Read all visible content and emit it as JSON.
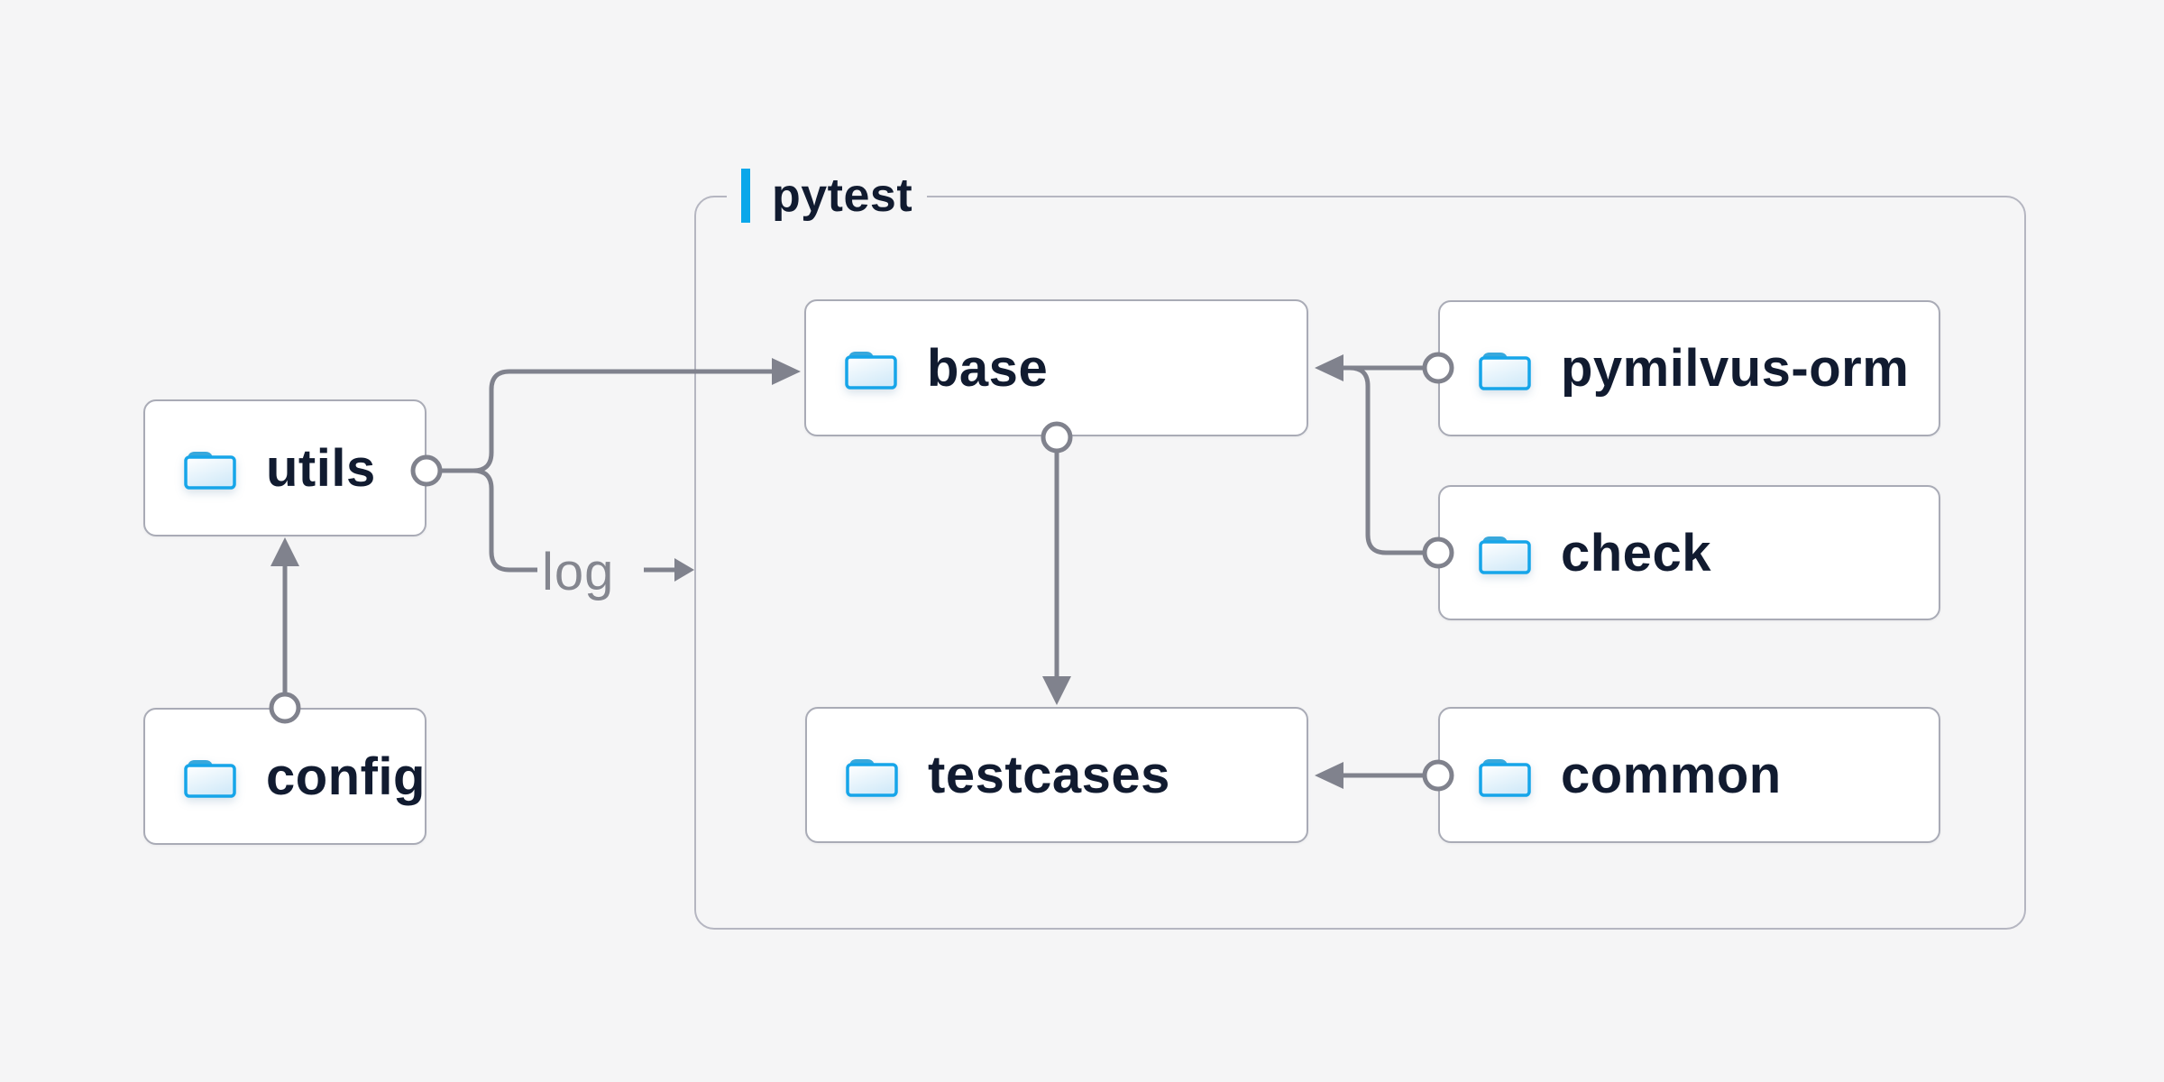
{
  "diagram": {
    "type": "folder-dependency-diagram",
    "container": {
      "label": "pytest"
    },
    "nodes": [
      {
        "id": "utils",
        "label": "utils",
        "inside_container": false
      },
      {
        "id": "config",
        "label": "config",
        "inside_container": false
      },
      {
        "id": "base",
        "label": "base",
        "inside_container": true
      },
      {
        "id": "testcases",
        "label": "testcases",
        "inside_container": true
      },
      {
        "id": "pymilvus-orm",
        "label": "pymilvus-orm",
        "inside_container": true
      },
      {
        "id": "check",
        "label": "check",
        "inside_container": true
      },
      {
        "id": "common",
        "label": "common",
        "inside_container": true
      }
    ],
    "edges": [
      {
        "from": "config",
        "to": "utils",
        "label": ""
      },
      {
        "from": "utils",
        "to": "base",
        "label": ""
      },
      {
        "from": "utils",
        "to": "pytest",
        "label": "log"
      },
      {
        "from": "pymilvus-orm",
        "to": "base",
        "label": ""
      },
      {
        "from": "check",
        "to": "base",
        "label": ""
      },
      {
        "from": "base",
        "to": "testcases",
        "label": ""
      },
      {
        "from": "common",
        "to": "testcases",
        "label": ""
      }
    ],
    "colors": {
      "background": "#f5f5f6",
      "node_fill": "#ffffff",
      "node_border": "#a9abb6",
      "container_border": "#b5b6c1",
      "connector_gray": "#80828d",
      "accent_blue": "#0aa7ea",
      "folder_stroke": "#16a5e9",
      "folder_tab": "#38a8dc",
      "folder_fill": "#d4ebf9",
      "text_primary": "#111b30",
      "text_muted": "#84868f"
    }
  }
}
